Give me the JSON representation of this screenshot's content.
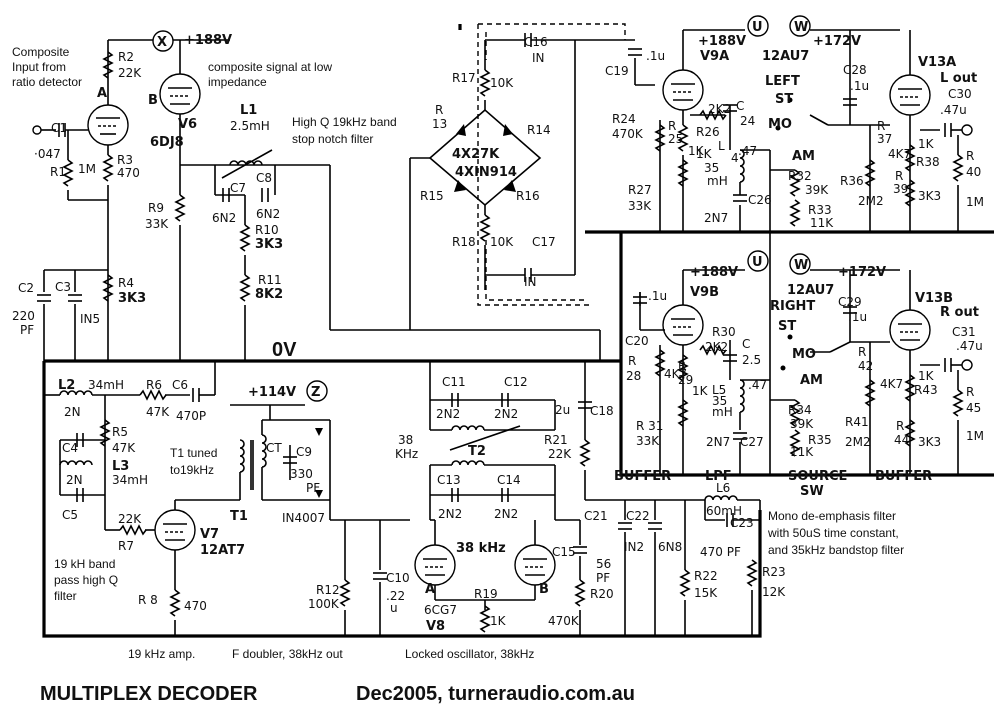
{
  "title": "MULTIPLEX DECODER",
  "byline": "Dec2005, turneraudio.com.au",
  "notes": {
    "composite_input": [
      "Composite",
      "Input from",
      "ratio detector"
    ],
    "low_impedance": [
      "composite signal at low",
      "impedance"
    ],
    "notch_filter": [
      "High Q 19kHz band",
      "stop notch filter"
    ],
    "t1_tuned": [
      "T1 tuned",
      "to19kHz"
    ],
    "bandpass": [
      "19 kH band",
      "pass high Q",
      "filter"
    ],
    "amp19": "19 kHz amp.",
    "doubler": "F doubler, 38kHz out",
    "locked_osc": "Locked oscillator, 38kHz",
    "deemphasis": [
      "Mono de-emphasis filter",
      "with 50uS time constant,",
      "and 35kHz bandstop filter"
    ]
  },
  "section_labels": {
    "buffer_left": "BUFFER",
    "lpf": "LPF",
    "source_sw": [
      "SOURCE",
      "SW"
    ],
    "buffer_right": "BUFFER",
    "left": "LEFT",
    "right": "RIGHT",
    "l_out": "L out",
    "r_out": "R out",
    "zero_volt": "0V"
  },
  "rails": {
    "v188_top": "+188V",
    "v188_v9a": "+188V",
    "v172_v13a": "+172V",
    "v188_v9b": "+188V",
    "v172_v13b": "+172V",
    "v114": "+114V",
    "marker_x": "X",
    "marker_u": "U",
    "marker_w": "W",
    "marker_z": "Z"
  },
  "tubes": {
    "v6": [
      "V6",
      "6DJ8"
    ],
    "v7": [
      "V7",
      "12AT7"
    ],
    "v8": [
      "6CG7",
      "V8"
    ],
    "v9a": [
      "V9A",
      "12AU7"
    ],
    "v9b": [
      "V9B",
      "12AU7"
    ],
    "v13a": "V13A",
    "v13b": "V13B"
  },
  "components": {
    "c1": [
      "C1",
      "·047"
    ],
    "r1": [
      "R1",
      "1M"
    ],
    "r2": [
      "R2",
      "22K"
    ],
    "r3": [
      "R3",
      "470"
    ],
    "r4": [
      "R4",
      "3K3"
    ],
    "r9": [
      "R9",
      "33K"
    ],
    "c2": [
      "C2",
      "220",
      "PF"
    ],
    "c3": [
      "C3",
      "IN5"
    ],
    "l1": [
      "L1",
      "2.5mH"
    ],
    "c7": [
      "C7",
      "6N2"
    ],
    "c8": [
      "C8",
      "6N2"
    ],
    "r10": [
      "R10",
      "3K3"
    ],
    "r11": [
      "R11",
      "8K2"
    ],
    "r17": [
      "R17",
      "10K"
    ],
    "r18": [
      "R18",
      "10K"
    ],
    "r13": [
      "R",
      "13"
    ],
    "r14": "R14",
    "r15": "R15",
    "r16": "R16",
    "bridge": [
      "4X27K",
      "4XIN914"
    ],
    "c16": [
      "C16",
      "IN"
    ],
    "c17": [
      "C17",
      "IN"
    ],
    "c19": [
      "C19",
      ".1u"
    ],
    "r24": [
      "R24",
      "470K"
    ],
    "r25": [
      "R",
      "25",
      "1K"
    ],
    "r26": [
      "R26",
      "1K"
    ],
    "c24": [
      "2K2",
      "C",
      "24",
      ".47"
    ],
    "l4": [
      "L",
      "4",
      "35",
      "mH"
    ],
    "r27": [
      "R27",
      "33K"
    ],
    "c26": [
      "C26",
      "2N7"
    ],
    "r32": [
      "R32",
      "39K"
    ],
    "r33": [
      "R33",
      "11K"
    ],
    "c28": [
      "C28",
      ".1u"
    ],
    "r36": [
      "R36",
      "2M2"
    ],
    "r37": [
      "R",
      "37",
      "4K7"
    ],
    "r38": [
      "1K",
      "R38"
    ],
    "r39": [
      "R",
      "39",
      "3K3"
    ],
    "c30": [
      ".47u",
      "C30"
    ],
    "r40": [
      "R",
      "40",
      "1M"
    ],
    "c20": [
      "C20",
      ".1u"
    ],
    "r28": [
      "R",
      "28",
      "4K7"
    ],
    "r29": [
      "R",
      "29",
      "1K"
    ],
    "r30": [
      "R30",
      "2K2"
    ],
    "c25": [
      "C",
      "2.5",
      ".47"
    ],
    "l5": [
      "L5",
      "35",
      "mH"
    ],
    "r31": [
      "R 31",
      "33K"
    ],
    "c27": [
      "2N7",
      "C27"
    ],
    "r34": [
      "R34",
      "39K"
    ],
    "r35": [
      "R35",
      "11K"
    ],
    "c29": [
      "C29",
      ".1u"
    ],
    "r41": [
      "R41",
      "2M2"
    ],
    "r42": [
      "R",
      "42",
      "4K7"
    ],
    "r43": [
      "1K",
      "R43"
    ],
    "r44": [
      "R",
      "44",
      "3K3"
    ],
    "c31": [
      "C31",
      ".47u"
    ],
    "r45": [
      "R",
      "45",
      "1M"
    ],
    "l2": [
      "L2",
      "34mH"
    ],
    "c4": [
      "C4",
      "2N"
    ],
    "l3": [
      "L3",
      "34mH"
    ],
    "c5": [
      "C5",
      "2N"
    ],
    "r5": [
      "R5",
      "47K"
    ],
    "r6": [
      "R6",
      "47K"
    ],
    "c6": [
      "C6",
      "470P"
    ],
    "r7": [
      "22K",
      "R7"
    ],
    "r8": [
      "R 8",
      "470"
    ],
    "t1": [
      "T1",
      "CT"
    ],
    "c9": [
      "C9",
      "330",
      "PF"
    ],
    "diodes": "IN4007",
    "r12": [
      "R12",
      "100K"
    ],
    "c10": [
      "C10",
      ".22",
      "u"
    ],
    "c11": [
      "C11",
      "2N2"
    ],
    "c12": [
      "C12",
      "2N2"
    ],
    "t2": [
      "38",
      "KHz",
      "T2"
    ],
    "c13": [
      "C13",
      "2N2"
    ],
    "c14": [
      "C14",
      "2N2"
    ],
    "osc38": "38 kHz",
    "c15": [
      "C15",
      "56",
      "PF"
    ],
    "r19": [
      "R19",
      "1K"
    ],
    "r20": [
      "470K",
      "R20"
    ],
    "v8pins": [
      "A",
      "B"
    ],
    "c18": [
      "2u",
      "C18"
    ],
    "r21": [
      "R21",
      "22K"
    ],
    "c21": [
      "C21",
      "IN2"
    ],
    "c22": [
      "C22",
      "6N8"
    ],
    "l6": [
      "L6",
      "60mH"
    ],
    "c23": [
      "C23",
      "470 PF"
    ],
    "r22": [
      "R22",
      "15K"
    ],
    "r23": [
      "R23",
      "12K"
    ],
    "switch": [
      "ST",
      "MO",
      "AM"
    ],
    "v6pins": [
      "A",
      "B"
    ]
  }
}
